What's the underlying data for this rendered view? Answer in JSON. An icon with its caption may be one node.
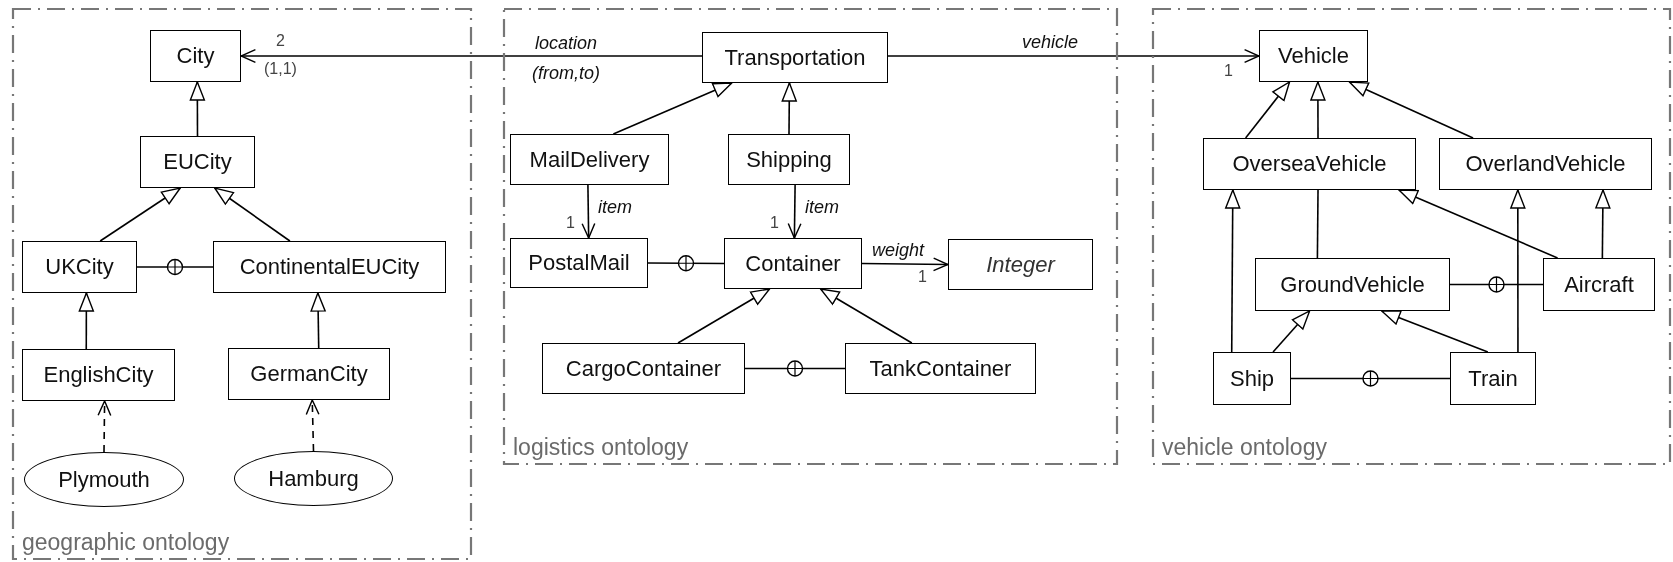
{
  "diagram": {
    "nodes": [
      {
        "text": [
          "geographic ontology"
        ]
      },
      {
        "text": [
          "City"
        ],
        "in": 0
      },
      {
        "text": [
          "EUCity"
        ],
        "in": 0
      },
      {
        "text": [
          "UKCity"
        ],
        "in": 0
      },
      {
        "text": [
          "ContinentalEUCity"
        ],
        "in": 0
      },
      {
        "text": [
          "EnglishCity"
        ],
        "in": 0
      },
      {
        "text": [
          "GermanCity"
        ],
        "in": 0
      },
      {
        "text": [
          "Plymouth"
        ],
        "in": 0
      },
      {
        "text": [
          "Hamburg"
        ],
        "in": 0
      },
      {
        "text": [
          "logistics ontology"
        ]
      },
      {
        "text": [
          "Transportation"
        ],
        "in": 9
      },
      {
        "text": [
          "MailDelivery"
        ],
        "in": 9
      },
      {
        "text": [
          "Shipping"
        ],
        "in": 9
      },
      {
        "text": [
          "PostalMail"
        ],
        "in": 9
      },
      {
        "text": [
          "Container"
        ],
        "in": 9
      },
      {
        "text": [
          "Integer"
        ],
        "in": 9
      },
      {
        "text": [
          "CargoContainer"
        ],
        "in": 9
      },
      {
        "text": [
          "TankContainer"
        ],
        "in": 9
      },
      {
        "text": [
          "vehicle ontology"
        ]
      },
      {
        "text": [
          "Vehicle"
        ],
        "in": 18
      },
      {
        "text": [
          "OverseaVehicle"
        ],
        "in": 18
      },
      {
        "text": [
          "OverlandVehicle"
        ],
        "in": 18
      },
      {
        "text": [
          "GroundVehicle"
        ],
        "in": 18
      },
      {
        "text": [
          "Aircraft"
        ],
        "in": 18
      },
      {
        "text": [
          "Ship"
        ],
        "in": 18
      },
      {
        "text": [
          "Train"
        ],
        "in": 18
      }
    ],
    "edges": [
      {
        "from": 10,
        "to": 1,
        "arrow": "to",
        "label": "location (from,to)"
      },
      {
        "from": 10,
        "to": 19,
        "arrow": "to",
        "label": "vehicle"
      },
      {
        "from": 2,
        "to": 1,
        "arrow": "to"
      },
      {
        "from": 3,
        "to": 2,
        "arrow": "to"
      },
      {
        "from": 4,
        "to": 2,
        "arrow": "to"
      },
      {
        "from": 5,
        "to": 3,
        "arrow": "to"
      },
      {
        "from": 6,
        "to": 4,
        "arrow": "to"
      },
      {
        "from": 7,
        "to": 5,
        "arrow": "to",
        "style": "dashed"
      },
      {
        "from": 8,
        "to": 6,
        "arrow": "to",
        "style": "dashed"
      },
      {
        "from": 3,
        "to": 4,
        "arrow": "none"
      },
      {
        "from": 11,
        "to": 10,
        "arrow": "to"
      },
      {
        "from": 12,
        "to": 10,
        "arrow": "to"
      },
      {
        "from": 11,
        "to": 13,
        "arrow": "to",
        "label": "item"
      },
      {
        "from": 12,
        "to": 14,
        "arrow": "to",
        "label": "item"
      },
      {
        "from": 14,
        "to": 15,
        "arrow": "to",
        "label": "weight"
      },
      {
        "from": 13,
        "to": 14,
        "arrow": "none"
      },
      {
        "from": 16,
        "to": 14,
        "arrow": "to"
      },
      {
        "from": 17,
        "to": 14,
        "arrow": "to"
      },
      {
        "from": 16,
        "to": 17,
        "arrow": "none"
      },
      {
        "from": 20,
        "to": 19,
        "arrow": "to"
      },
      {
        "from": 20,
        "to": 19,
        "arrow": "to"
      },
      {
        "from": 21,
        "to": 19,
        "arrow": "to"
      },
      {
        "from": 24,
        "to": 20,
        "arrow": "to"
      },
      {
        "from": 24,
        "to": 22,
        "arrow": "to"
      },
      {
        "from": 25,
        "to": 22,
        "arrow": "to"
      },
      {
        "from": 25,
        "to": 21,
        "arrow": "to"
      },
      {
        "from": 23,
        "to": 20,
        "arrow": "to"
      },
      {
        "from": 23,
        "to": 21,
        "arrow": "to"
      },
      {
        "from": 22,
        "to": 23,
        "arrow": "none"
      },
      {
        "from": 24,
        "to": 25,
        "arrow": "none"
      },
      {
        "from": 22,
        "to": 20,
        "arrow": "none"
      }
    ],
    "labels": [
      "2",
      "(1,1)",
      "1",
      "1",
      "1",
      "1"
    ]
  }
}
